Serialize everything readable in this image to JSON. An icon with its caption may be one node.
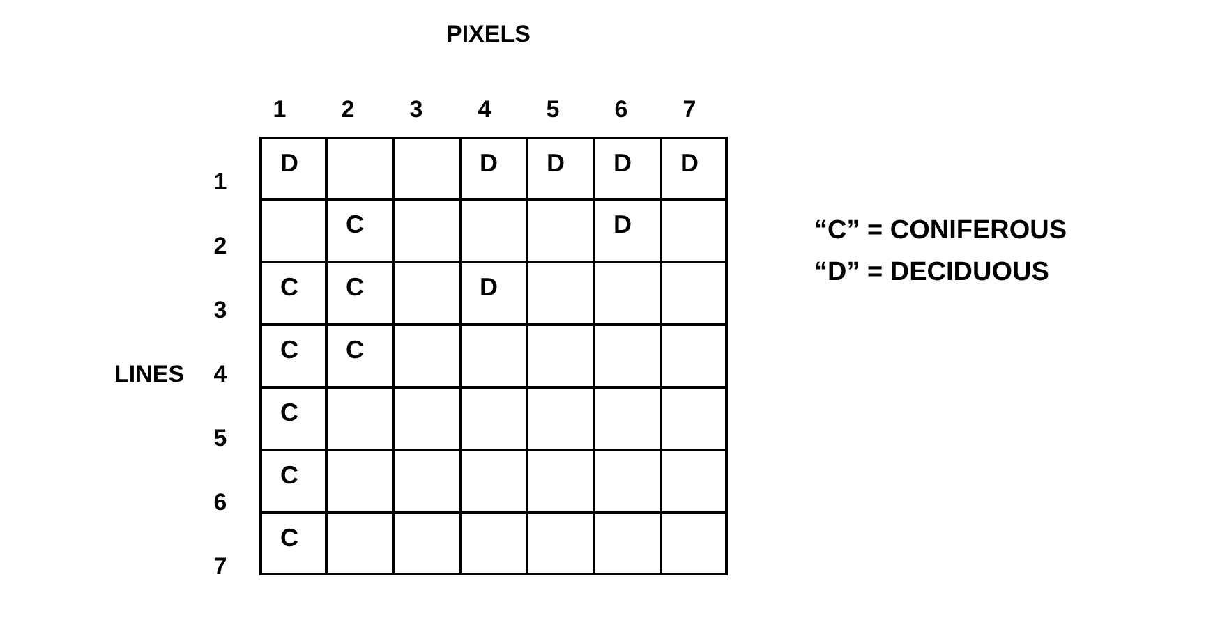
{
  "diagram": {
    "nodes": [
      {
        "text": [
          "D"
        ]
      },
      {
        "text": [],
        "shape": "box"
      },
      {
        "text": [],
        "shape": "box"
      },
      {
        "text": [
          "D"
        ]
      },
      {
        "text": [
          "D"
        ]
      },
      {
        "text": [
          "D"
        ]
      },
      {
        "text": [
          "D"
        ]
      },
      {
        "text": [],
        "shape": "box"
      },
      {
        "text": [
          "C"
        ]
      },
      {
        "text": [],
        "shape": "box"
      },
      {
        "text": [],
        "shape": "box"
      },
      {
        "text": [],
        "shape": "box"
      },
      {
        "text": [
          "D"
        ]
      },
      {
        "text": [],
        "shape": "box"
      },
      {
        "text": [
          "C"
        ]
      },
      {
        "text": [
          "C"
        ]
      },
      {
        "text": [],
        "shape": "box"
      },
      {
        "text": [
          "D"
        ]
      },
      {
        "text": [],
        "shape": "box"
      },
      {
        "text": [],
        "shape": "box"
      },
      {
        "text": [],
        "shape": "box"
      },
      {
        "text": [
          "C"
        ]
      },
      {
        "text": [
          "C"
        ]
      },
      {
        "text": [],
        "shape": "box"
      },
      {
        "text": [],
        "shape": "box"
      },
      {
        "text": [],
        "shape": "box"
      },
      {
        "text": [],
        "shape": "box"
      },
      {
        "text": [],
        "shape": "box"
      },
      {
        "text": [
          "C"
        ]
      },
      {
        "text": [],
        "shape": "box"
      },
      {
        "text": [],
        "shape": "box"
      },
      {
        "text": [],
        "shape": "box"
      },
      {
        "text": [],
        "shape": "box"
      },
      {
        "text": [],
        "shape": "box"
      },
      {
        "text": [],
        "shape": "box"
      },
      {
        "text": [
          "C"
        ]
      },
      {
        "text": [],
        "shape": "box"
      },
      {
        "text": [],
        "shape": "box"
      },
      {
        "text": [],
        "shape": "box"
      },
      {
        "text": [],
        "shape": "box"
      },
      {
        "text": [],
        "shape": "box"
      },
      {
        "text": [],
        "shape": "box"
      },
      {
        "text": [
          "C"
        ]
      },
      {
        "text": [],
        "shape": "box"
      },
      {
        "text": [],
        "shape": "box"
      },
      {
        "text": [],
        "shape": "box"
      },
      {
        "text": [],
        "shape": "box"
      },
      {
        "text": [],
        "shape": "box"
      },
      {
        "text": [],
        "shape": "box"
      }
    ],
    "labels": [
      "PIXELS",
      "1",
      "2",
      "3",
      "4",
      "5",
      "6",
      "7",
      "1",
      "2",
      "3",
      "LINES",
      "4",
      "5",
      "6",
      "7",
      "“C” = CONIFEROUS",
      "“D” = DECIDUOUS"
    ]
  }
}
